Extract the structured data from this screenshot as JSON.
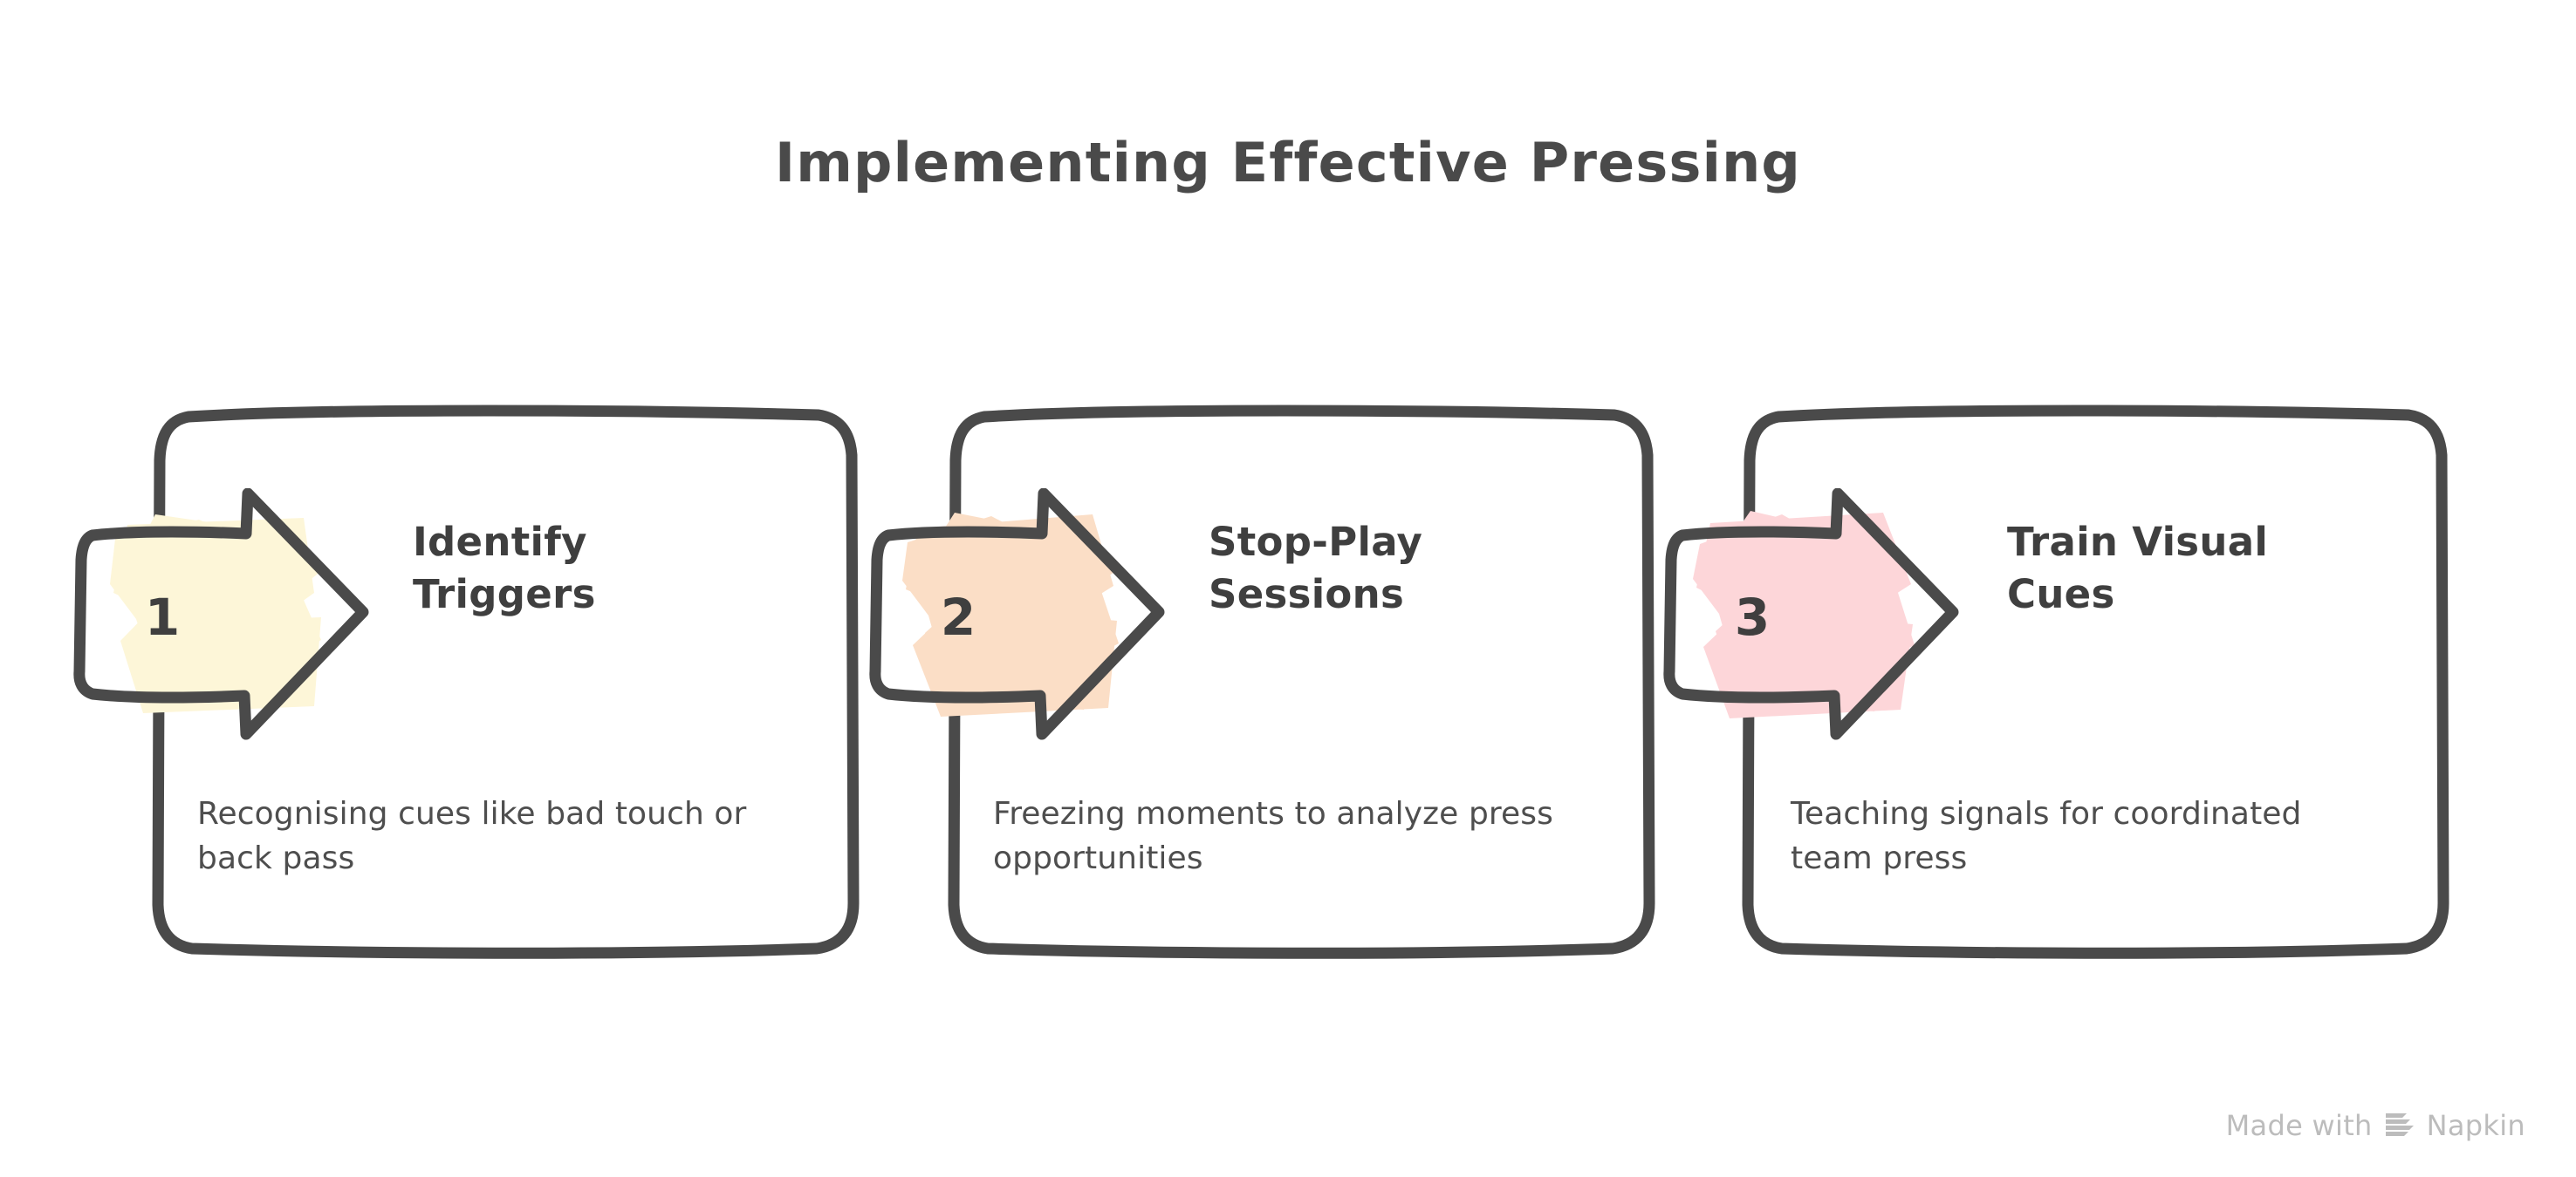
{
  "page": {
    "title": "Implementing Effective Pressing",
    "background_color": "#ffffff",
    "stroke_color": "#4a4a4a",
    "text_color": "#3f3f3f"
  },
  "cards": [
    {
      "number": "1",
      "title_line_1": "Identify",
      "title_line_2": "Triggers",
      "description": "Recognising cues like bad touch or back pass",
      "highlight_color": "#fdf6d8",
      "accent_name": "yellow"
    },
    {
      "number": "2",
      "title_line_1": "Stop-Play",
      "title_line_2": "Sessions",
      "description": "Freezing moments to analyze press opportunities",
      "highlight_color": "#fbdec6",
      "accent_name": "orange"
    },
    {
      "number": "3",
      "title_line_1": "Train Visual",
      "title_line_2": "Cues",
      "description": "Teaching signals for coordinated team press",
      "highlight_color": "#fdd6d9",
      "accent_name": "pink"
    }
  ],
  "watermark": {
    "prefix": "Made with",
    "brand": "Napkin",
    "logo_icon": "napkin-logo-icon",
    "color": "#bcbcbc"
  }
}
